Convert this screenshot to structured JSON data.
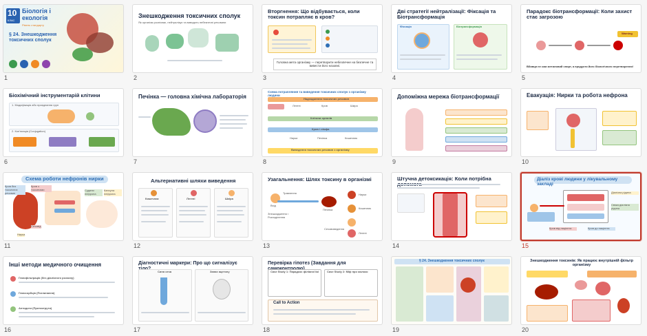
{
  "slides": [
    {
      "num": "1",
      "title": "Біологія і екологія",
      "badge": "10",
      "badge_sub": "КЛАС",
      "level": "Рівень стандарту",
      "subtitle": "§ 24. Знешкодження токсичних сполук"
    },
    {
      "num": "2",
      "title": "Знешкодження токсичних сполук",
      "subtitle": "Як організм розпізнає, нейтралізує та виводить небезпечні речовини"
    },
    {
      "num": "3",
      "title": "Вторгнення: Що відбувається, коли токсин потрапляє в кров?",
      "subtitle": "Головна мета організму — перетворити небезпечне на безпечне та вивести його назовні."
    },
    {
      "num": "4",
      "title": "Дві стратегії нейтралізації: Фіксація та Біотрансформація",
      "left_label": "Фіксація",
      "right_label": "Біотрансформація"
    },
    {
      "num": "5",
      "title": "Парадокс біотрансформації: Коли захист стає загрозою",
      "warning": "Warning",
      "footer": "Вбивця не сам метиловий спирт, а продукти його біологічного перетворення!"
    },
    {
      "num": "6",
      "title": "Біохімічний інструментарій клітини",
      "step1": "1. Модифікація або приєднання груп",
      "step2": "2. Кон'югація (Conjugation)"
    },
    {
      "num": "7",
      "title": "Печінка — головна хімічна лабораторія"
    },
    {
      "num": "8",
      "title": "Схема потрапляння та виведення токсичних сполук з організму людини",
      "top": "Надходження токсичних речовин",
      "mid": "Клітини органів",
      "low": "Кров і лімфа",
      "bottom": "Виведення токсичних речовин з організму",
      "organs": [
        "Легені",
        "Кров",
        "Шкіра",
        "Нирки",
        "Печінка",
        "Кишечник"
      ]
    },
    {
      "num": "9",
      "title": "Допоміжна мережа біотрансформації"
    },
    {
      "num": "10",
      "title": "Евакуація: Нирки та робота нефрона"
    },
    {
      "num": "11",
      "title": "Схема роботи нефронів нирки",
      "labels": [
        "Кров без токсичних речовин",
        "Кров з токсинами",
        "Судини нефрона",
        "Капсула нефрона",
        "Сечовід",
        "Нирка"
      ]
    },
    {
      "num": "12",
      "title": "Альтернативні шляхи виведення",
      "columns": [
        "Кишечник",
        "Легені",
        "Шкіра"
      ]
    },
    {
      "num": "13",
      "title": "Узагальнення: Шлях токсину в організмі",
      "labels": [
        "Вхід",
        "Травлення",
        "Знешкодження і Розподілення",
        "Печінка",
        "Нирки",
        "Кишечник",
        "Сечовиведення",
        "Легені"
      ]
    },
    {
      "num": "14",
      "title": "Штучна детоксикація: Коли потрібна допомога"
    },
    {
      "num": "15",
      "title": "Діаліз крові людини у лікувальному закладі",
      "labels": [
        "Діалізна рідина",
        "Свіжа діалізна рідина",
        "Кров від пацієнта",
        "Кров до пацієнта"
      ]
    },
    {
      "num": "16",
      "title": "Інші методи медичного очищення",
      "methods": [
        "Гемофільтрація (без діалізного розчину)",
        "Гемосорбція (Поглинання)",
        "Антидоти (Протиотрути)"
      ]
    },
    {
      "num": "17",
      "title": "Діагностичні маркери: Про що сигналізує тіло?",
      "left_label": "Синя сеча",
      "right_label": "Запах ацетону"
    },
    {
      "num": "18",
      "title": "Перевірка гіпотез (Завдання для самоконтролю)",
      "case1": "Case Study 1: Парадокс філіаної їжі",
      "case2": "Case Study 2: Міф про молоко",
      "cta": "Call to Action"
    },
    {
      "num": "19",
      "title": "§ 24. Знешкодження токсичних сполук"
    },
    {
      "num": "20",
      "title": "Знешкодження токсинів: Як працює внутрішній фільтр організму"
    }
  ],
  "selected_index": 14,
  "colors": {
    "accent_red": "#c0392b",
    "navy": "#1c2a44",
    "blue": "#2f6fb5",
    "green": "#3c9a4e",
    "orange": "#f08a24",
    "pink": "#e85c8e",
    "purple": "#8e44ad"
  }
}
